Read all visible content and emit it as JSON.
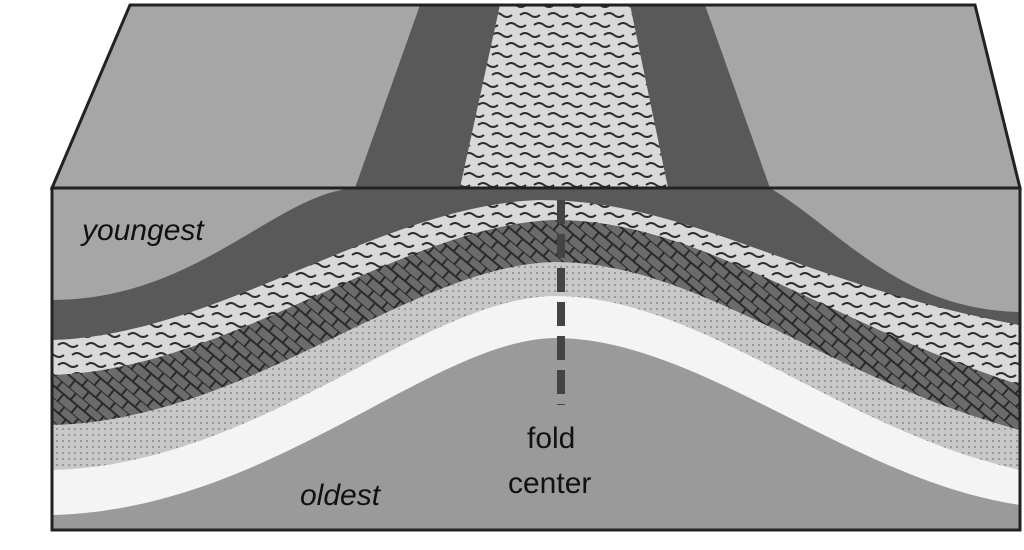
{
  "labels": {
    "youngest": "youngest",
    "oldest": "oldest",
    "fold_line1": "fold",
    "fold_line2": "center"
  },
  "colors": {
    "top_light": "#a6a6a6",
    "dark_band": "#595959",
    "zigzag_bg": "#d9d9d9",
    "zigzag_line": "#333333",
    "brick": "#6b6b6b",
    "dotted": "#c6c6c6",
    "white_band": "#f5f5f5",
    "bottom": "#9a9a9a",
    "outline": "#222222"
  }
}
